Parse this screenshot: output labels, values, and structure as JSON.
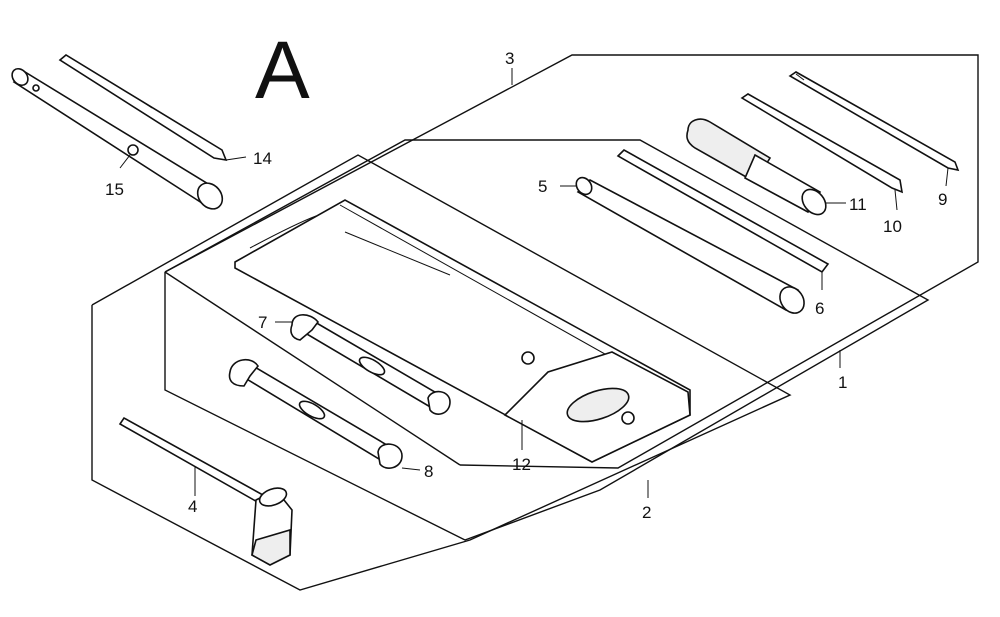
{
  "figure_letter": "A",
  "callouts": {
    "c1": "1",
    "c2": "2",
    "c3": "3",
    "c4": "4",
    "c5": "5",
    "c6": "6",
    "c7": "7",
    "c8": "8",
    "c9": "9",
    "c10": "10",
    "c11": "11",
    "c12": "12",
    "c14": "14",
    "c15": "15"
  }
}
